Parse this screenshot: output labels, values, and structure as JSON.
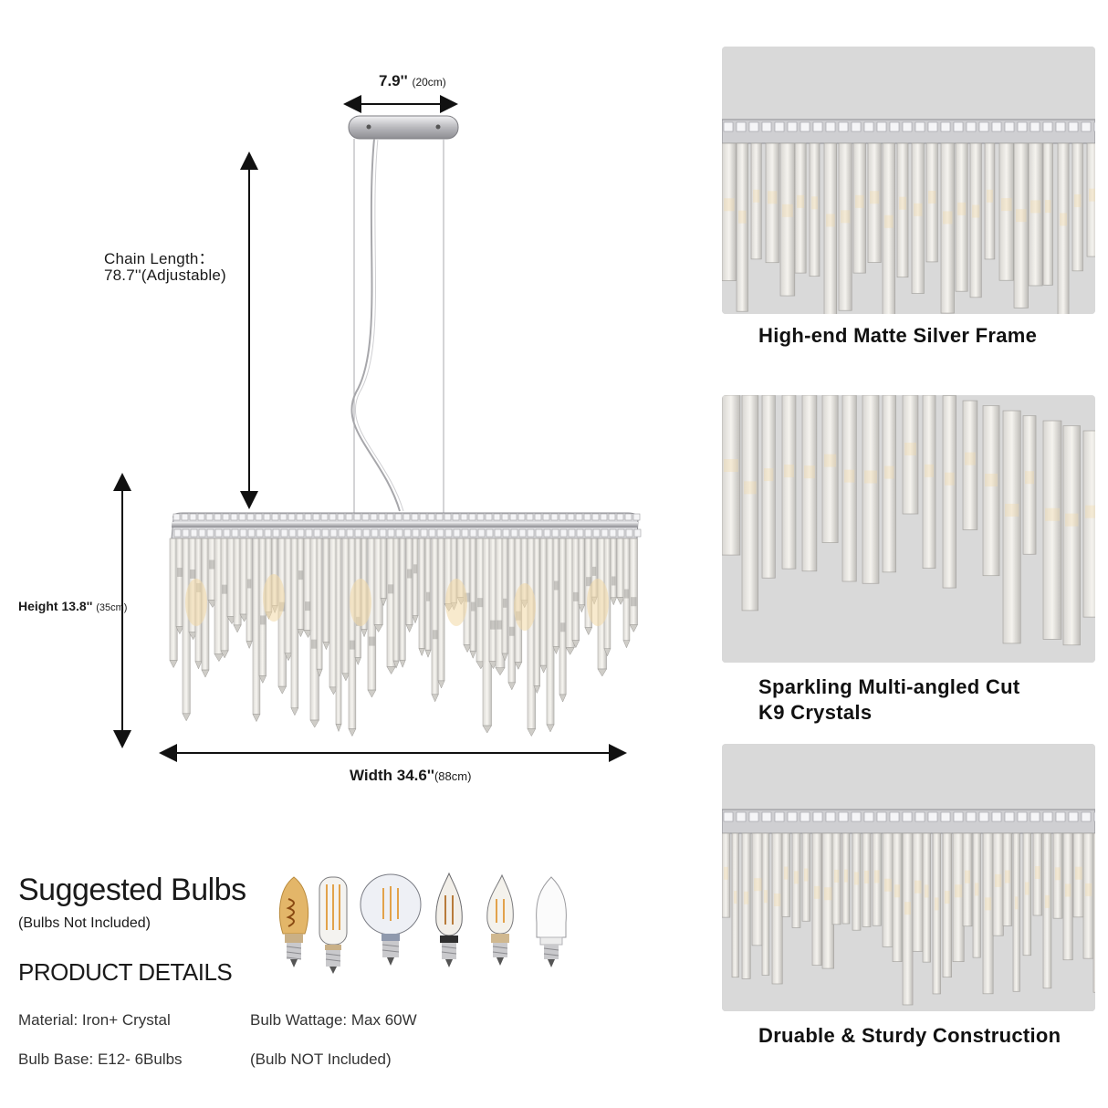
{
  "dimensions": {
    "canopy_width_in": "7.9''",
    "canopy_width_cm": "(20cm)",
    "chain_length_label": "Chain Length：",
    "chain_length_value": "78.7''(Adjustable)",
    "height_label": "Height 13.8''",
    "height_cm": "(35cm)",
    "width_label": "Width 34.6''",
    "width_cm": "(88cm)"
  },
  "features": [
    {
      "caption_line1": "High-end Matte Silver Frame",
      "caption_line2": ""
    },
    {
      "caption_line1": "Sparkling Multi-angled Cut",
      "caption_line2": "K9 Crystals"
    },
    {
      "caption_line1": "Druable & Sturdy Construction",
      "caption_line2": ""
    }
  ],
  "bulbs": {
    "title": "Suggested Bulbs",
    "subtitle": "(Bulbs Not Included)",
    "icons": [
      "amber-spiral-bulb-icon",
      "tubular-filament-bulb-icon",
      "globe-filament-bulb-icon",
      "flame-tip-filament-bulb-icon",
      "flame-tip-led-bulb-icon",
      "smart-candle-bulb-icon"
    ]
  },
  "product_details": {
    "title": "PRODUCT DETAILS",
    "material": "Material: Iron+ Crystal",
    "bulb_wattage": "Bulb Wattage: Max 60W",
    "bulb_base": "Bulb Base: E12- 6Bulbs",
    "bulb_note": "(Bulb NOT Included)"
  },
  "colors": {
    "chrome": "#c9c9cc",
    "crystal": "#e8e6e2",
    "warm_light": "#f3d9a6",
    "photo_bg": "#d9d9d9"
  }
}
